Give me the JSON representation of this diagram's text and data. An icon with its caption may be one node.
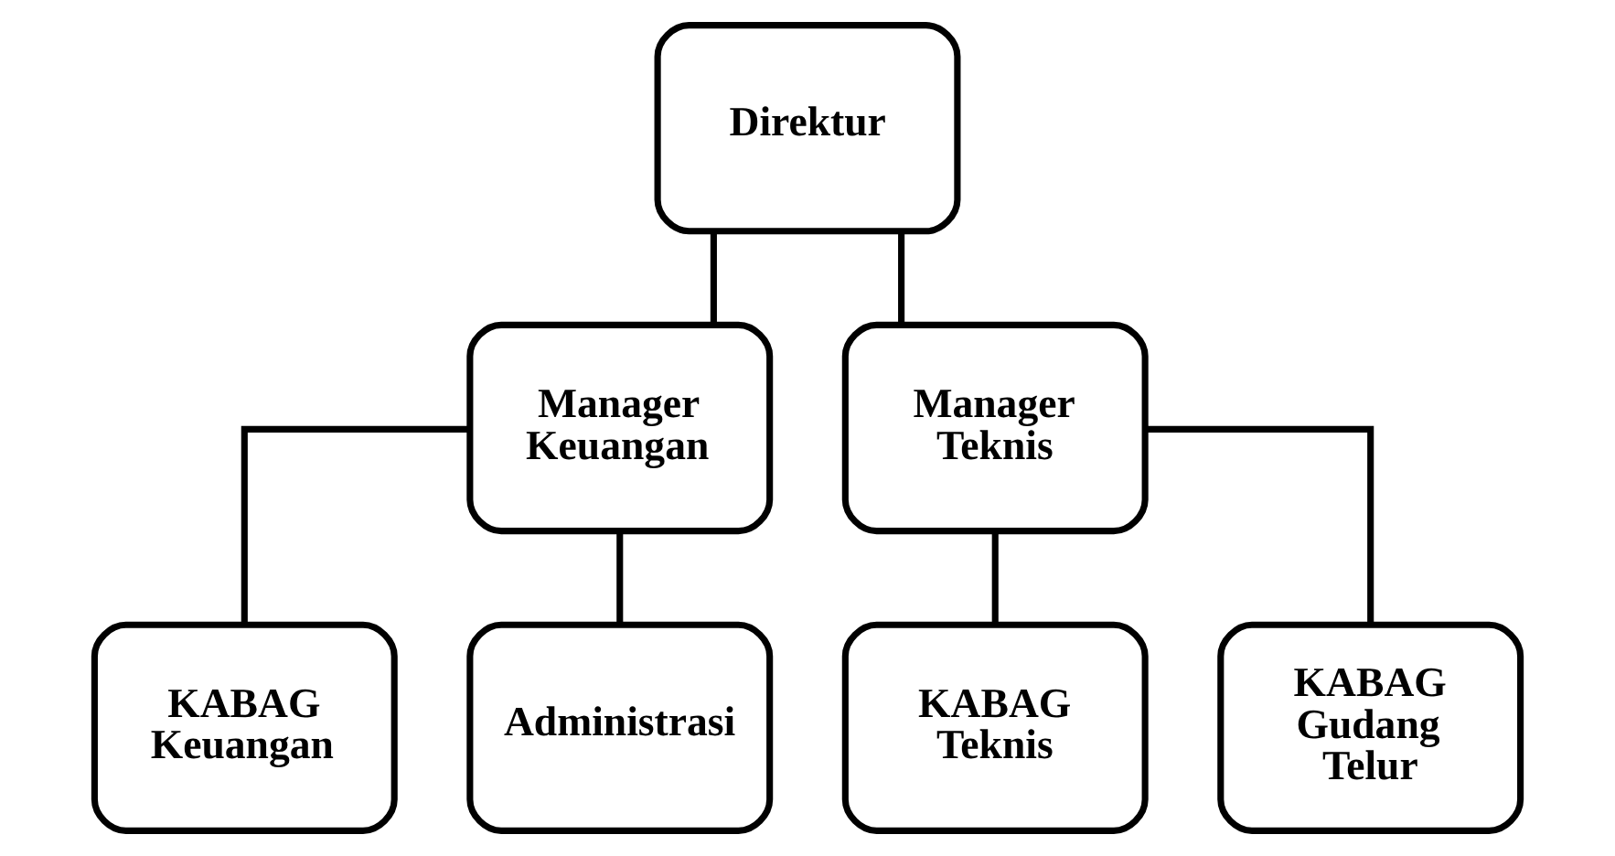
{
  "diagram": {
    "nodes": [
      {
        "text": [
          "Direktur"
        ]
      },
      {
        "text": [
          "Manager Keuangan"
        ]
      },
      {
        "text": [
          "Manager Teknis"
        ]
      },
      {
        "text": [
          "KABAG Keuangan"
        ]
      },
      {
        "text": [
          "Administrasi"
        ]
      },
      {
        "text": [
          "KABAG Teknis"
        ]
      },
      {
        "text": [
          "KABAG Gudang Telur"
        ]
      }
    ],
    "edges": [
      {
        "from": 0,
        "to": 1,
        "arrow": "none"
      },
      {
        "from": 0,
        "to": 2,
        "arrow": "none"
      },
      {
        "from": 1,
        "to": 3,
        "arrow": "none"
      },
      {
        "from": 1,
        "to": 4,
        "arrow": "none"
      },
      {
        "from": 2,
        "to": 5,
        "arrow": "none"
      },
      {
        "from": 2,
        "to": 6,
        "arrow": "none"
      }
    ]
  }
}
